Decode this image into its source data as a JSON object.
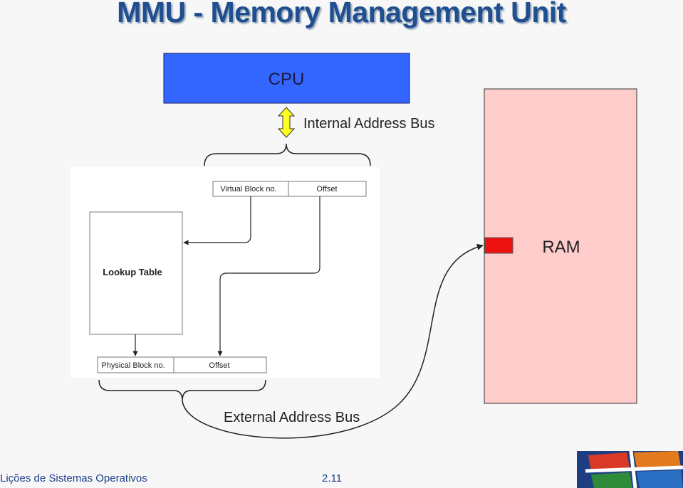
{
  "title": "MMU - Memory Management Unit",
  "diagram": {
    "cpu_label": "CPU",
    "internal_bus_label": "Internal Address Bus",
    "ram_label": "RAM",
    "external_bus_label": "External Address Bus",
    "virtual_block_label": "Virtual Block no.",
    "virtual_offset_label": "Offset",
    "lookup_table_label": "Lookup Table",
    "physical_block_label": "Physical Block no.",
    "physical_offset_label": "Offset"
  },
  "footer": {
    "course": "Lições de Sistemas Operativos",
    "page": "2.11"
  },
  "colors": {
    "title": "#1f4f8f",
    "cpu_fill": "#3366ff",
    "ram_fill": "#ffcccc",
    "ram_slot": "#ee1111",
    "bus_arrow": "#ffff22",
    "footer_text": "#1e3f8c"
  }
}
